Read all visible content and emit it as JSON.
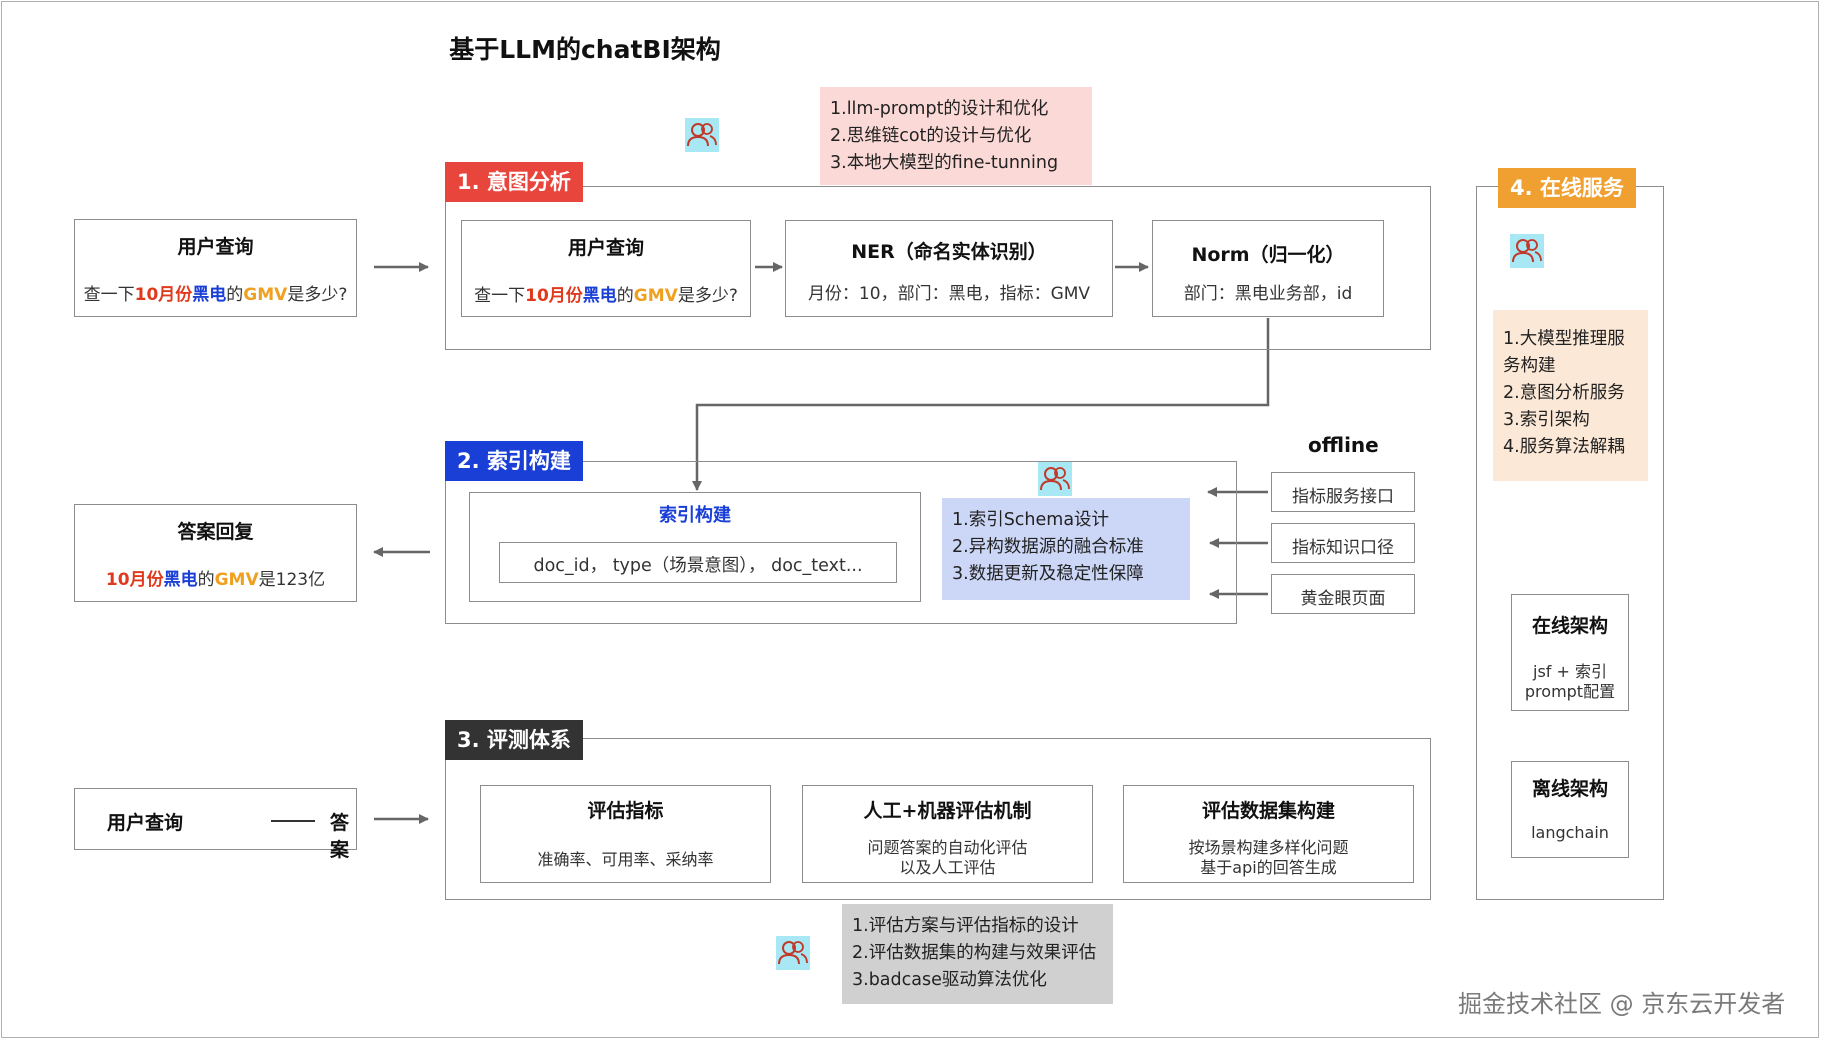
{
  "title": "基于LLM的chatBI架构",
  "left": {
    "query1": {
      "heading": "用户查询",
      "t1": "查一下",
      "t2": "10月份",
      "t3": "黑电",
      "t4": "的",
      "t5": "GMV",
      "t6": "是多少?"
    },
    "answer": {
      "heading": "答案回复",
      "t1": "10月份",
      "t2": "黑电",
      "t3": "的",
      "t4": "GMV",
      "t5": "是123亿"
    },
    "pair": {
      "a": "用户查询",
      "b": "答案"
    }
  },
  "section1": {
    "tag": "1. 意图分析",
    "notes": [
      "1.llm-prompt的设计和优化",
      "2.思维链cot的设计与优化",
      "3.本地大模型的fine-tunning"
    ],
    "query": {
      "heading": "用户查询",
      "t1": "查一下",
      "t2": "10月份",
      "t3": "黑电",
      "t4": "的",
      "t5": "GMV",
      "t6": "是多少?"
    },
    "ner": {
      "heading": "NER（命名实体识别）",
      "text": "月份：10，部门：黑电，指标：GMV"
    },
    "norm": {
      "heading": "Norm（归一化）",
      "text": "部门：黑电业务部，id"
    }
  },
  "section2": {
    "tag": "2. 索引构建",
    "index_title": "索引构建",
    "index_field": "doc_id， type（场景意图）， doc_text...",
    "notes": [
      "1.索引Schema设计",
      "2.异构数据源的融合标准",
      "3.数据更新及稳定性保障"
    ],
    "offline_label": "offline",
    "sources": [
      "指标服务接口",
      "指标知识口径",
      "黄金眼页面"
    ]
  },
  "section3": {
    "tag": "3. 评测体系",
    "boxes": [
      {
        "heading": "评估指标",
        "lines": [
          "准确率、可用率、采纳率"
        ]
      },
      {
        "heading": "人工+机器评估机制",
        "lines": [
          "问题答案的自动化评估",
          "以及人工评估"
        ]
      },
      {
        "heading": "评估数据集构建",
        "lines": [
          "按场景构建多样化问题",
          "基于api的回答生成"
        ]
      }
    ],
    "notes": [
      "1.评估方案与评估指标的设计",
      "2.评估数据集的构建与效果评估",
      "3.badcase驱动算法优化"
    ]
  },
  "section4": {
    "tag": "4. 在线服务",
    "notes": [
      "1.大模型推理服",
      "务构建",
      "2.意图分析服务",
      "3.索引架构",
      "4.服务算法解耦"
    ],
    "online": {
      "heading": "在线架构",
      "lines": [
        "jsf + 索引",
        "prompt配置"
      ]
    },
    "offline": {
      "heading": "离线架构",
      "lines": [
        "langchain"
      ]
    }
  },
  "watermark": "掘金技术社区 @ 京东云开发者",
  "colors": {
    "tag1": "#e8453c",
    "tag2": "#1a3fd6",
    "tag3": "#333333",
    "tag4": "#f0a030",
    "note1": "#fbd9d6",
    "note2": "#ccd6f6",
    "note3": "#d0d0d0",
    "note4": "#fce8d6",
    "icon_bg": "#a8e8f4"
  },
  "icons": [
    "user-group-icon"
  ]
}
